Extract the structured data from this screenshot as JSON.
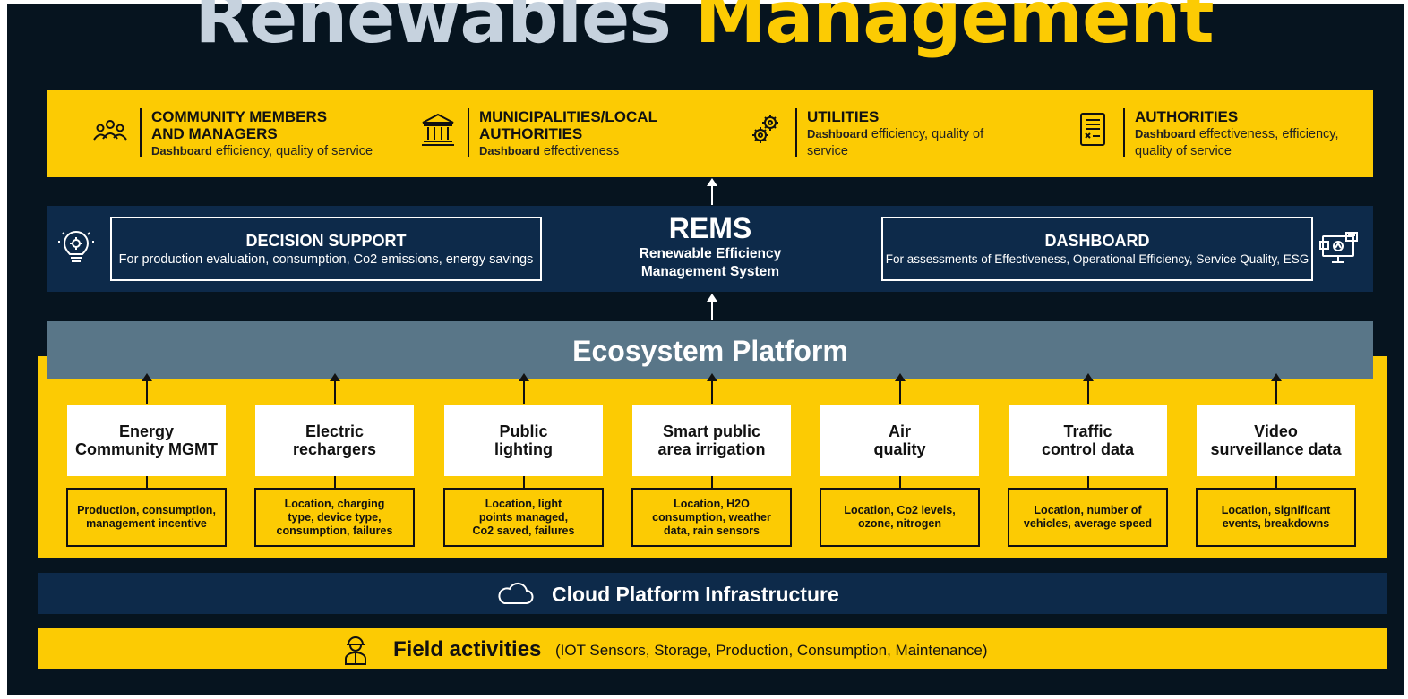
{
  "title": {
    "part1": "Renewables",
    "part2": "Management"
  },
  "stakeholders": [
    {
      "icon": "community-icon",
      "title": "COMMUNITY MEMBERS\nAND MANAGERS",
      "label": "Dashboard",
      "desc": " efficiency, quality of service"
    },
    {
      "icon": "municipality-icon",
      "title": "MUNICIPALITIES/LOCAL\nAUTHORITIES",
      "label": "Dashboard",
      "desc": " effectiveness"
    },
    {
      "icon": "gears-icon",
      "title": "UTILITIES",
      "label": "Dashboard",
      "desc": " efficiency, quality of service"
    },
    {
      "icon": "document-icon",
      "title": "AUTHORITIES",
      "label": "Dashboard",
      "desc": " effectiveness, efficiency, quality of service"
    }
  ],
  "rems": {
    "decision_support": {
      "title": "DECISION SUPPORT",
      "desc": "For production evaluation, consumption, Co2 emissions, energy savings"
    },
    "center": {
      "title": "REMS",
      "subtitle": "Renewable Efficiency Management System"
    },
    "dashboard": {
      "title": "DASHBOARD",
      "desc": "For assessments of Effectiveness, Operational Efficiency, Service Quality, ESG"
    }
  },
  "ecosystem": {
    "title": "Ecosystem Platform"
  },
  "modules": [
    {
      "name": "Energy\nCommunity MGMT",
      "details": "Production, consumption,\nmanagement incentive"
    },
    {
      "name": "Electric\nrechargers",
      "details": "Location, charging\ntype, device type,\nconsumption, failures"
    },
    {
      "name": "Public\nlighting",
      "details": "Location, light\npoints managed,\nCo2 saved, failures"
    },
    {
      "name": "Smart public\narea irrigation",
      "details": "Location, H2O\nconsumption, weather\ndata, rain sensors"
    },
    {
      "name": "Air\nquality",
      "details": "Location, Co2 levels,\nozone, nitrogen"
    },
    {
      "name": "Traffic\ncontrol data",
      "details": "Location, number of\nvehicles, average speed"
    },
    {
      "name": "Video\nsurveillance data",
      "details": "Location, significant\nevents, breakdowns"
    }
  ],
  "cloud": {
    "title": "Cloud Platform Infrastructure"
  },
  "field": {
    "title": "Field activities",
    "desc": "(IOT Sensors, Storage, Production, Consumption, Maintenance)"
  },
  "colors": {
    "background": "#06141f",
    "yellow": "#fccb03",
    "navy": "#0d2a4a",
    "slate": "#597688"
  }
}
